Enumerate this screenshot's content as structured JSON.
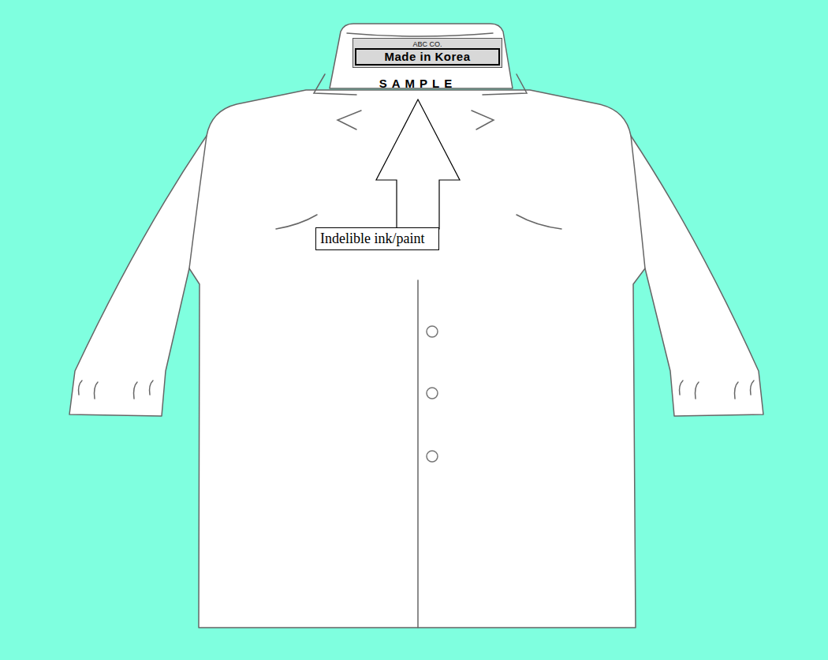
{
  "diagram": {
    "nodes": [
      {
        "text": [
          "ABC CO.",
          "Made in Korea"
        ]
      },
      {
        "text": [
          "Indelible ink/paint"
        ]
      }
    ],
    "labels": [
      "SAMPLE"
    ]
  }
}
